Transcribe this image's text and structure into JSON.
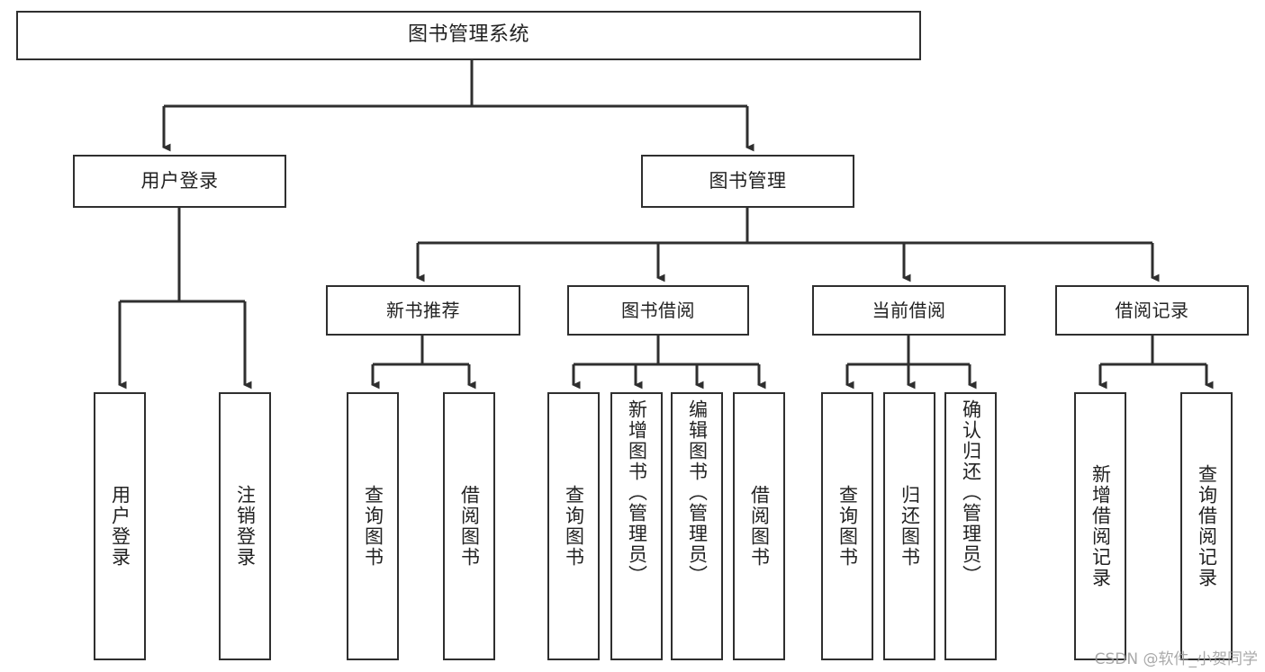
{
  "diagram": {
    "title": "图书管理系统",
    "type": "hierarchy-tree",
    "root": {
      "label": "图书管理系统"
    },
    "level2": [
      {
        "id": "user-login",
        "label": "用户登录"
      },
      {
        "id": "book-manage",
        "label": "图书管理"
      }
    ],
    "level3": [
      {
        "id": "new-book-recommend",
        "label": "新书推荐"
      },
      {
        "id": "book-borrow",
        "label": "图书借阅"
      },
      {
        "id": "current-borrow",
        "label": "当前借阅"
      },
      {
        "id": "borrow-record",
        "label": "借阅记录"
      }
    ],
    "leaves": {
      "user_login": [
        {
          "id": "leaf-user-login",
          "label": "用户登录"
        },
        {
          "id": "leaf-logout",
          "label": "注销登录"
        }
      ],
      "new_book_recommend": [
        {
          "id": "leaf-query-book-1",
          "label": "查询图书"
        },
        {
          "id": "leaf-borrow-book-1",
          "label": "借阅图书"
        }
      ],
      "book_borrow": [
        {
          "id": "leaf-query-book-2",
          "label": "查询图书"
        },
        {
          "id": "leaf-add-book",
          "label": "新增图书（管理员）"
        },
        {
          "id": "leaf-edit-book",
          "label": "编辑图书（管理员）"
        },
        {
          "id": "leaf-borrow-book-2",
          "label": "借阅图书"
        }
      ],
      "current_borrow": [
        {
          "id": "leaf-query-book-3",
          "label": "查询图书"
        },
        {
          "id": "leaf-return-book",
          "label": "归还图书"
        },
        {
          "id": "leaf-confirm-return",
          "label": "确认归还（管理员）"
        }
      ],
      "borrow_record": [
        {
          "id": "leaf-add-record",
          "label": "新增借阅记录"
        },
        {
          "id": "leaf-query-record",
          "label": "查询借阅记录"
        }
      ]
    },
    "colors": {
      "stroke": "#2f2f2f",
      "box_fill": "#ffffff",
      "text": "#222222",
      "background": "#ffffff",
      "watermark": "#9b9b9b"
    }
  },
  "watermark": {
    "text": "CSDN @软件_小贺同学"
  }
}
